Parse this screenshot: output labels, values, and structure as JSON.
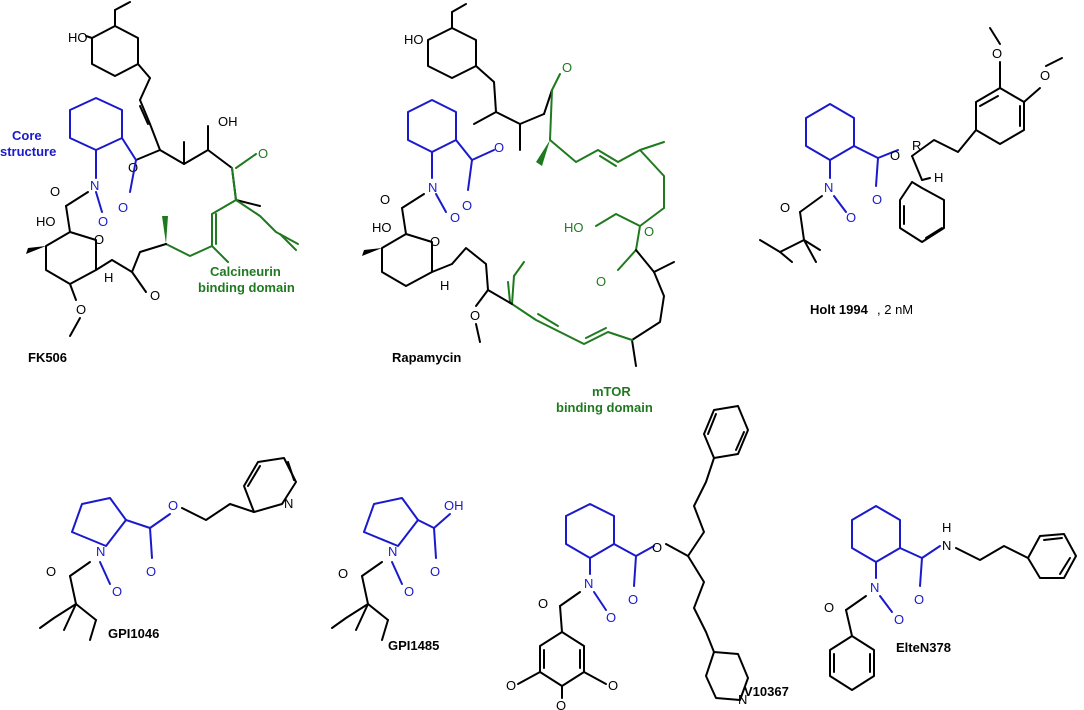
{
  "compounds": {
    "fk506": {
      "name": "FK506"
    },
    "rapamycin": {
      "name": "Rapamycin"
    },
    "holt": {
      "name_bold": "Holt 1994",
      "name_rest": ", 2 nM",
      "stereo": "R"
    },
    "gpi1046": {
      "name": "GPI1046"
    },
    "gpi1485": {
      "name": "GPI1485"
    },
    "v10367": {
      "name": "V10367"
    },
    "eltn378": {
      "name": "ElteN378"
    }
  },
  "annotations": {
    "core_line1": "Core",
    "core_line2": "structure",
    "calcineurin_line1": "Calcineurin",
    "calcineurin_line2": "binding domain",
    "mtor_line1": "mTOR",
    "mtor_line2": "binding domain"
  },
  "atoms": {
    "O": "O",
    "N": "N",
    "H": "H",
    "HO": "HO",
    "OH": "OH",
    "NH": "H"
  },
  "colors": {
    "core": "#1a1acc",
    "binding_domain": "#1f7a1f",
    "scaffold": "#000000"
  }
}
